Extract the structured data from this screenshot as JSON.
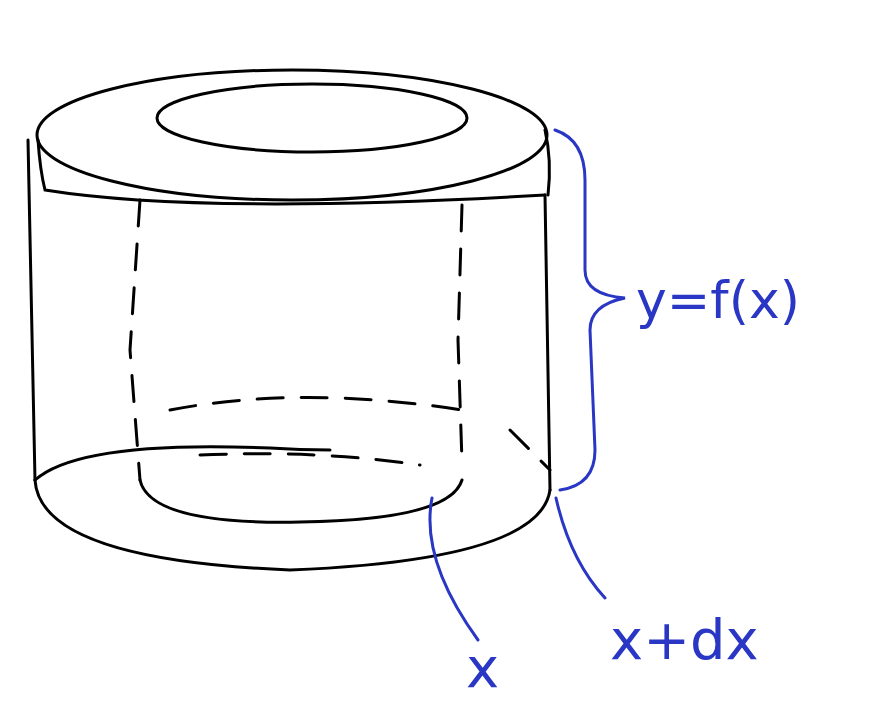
{
  "diagram": {
    "labels": [
      "y=f(x)",
      "x+dx",
      "x"
    ]
  }
}
